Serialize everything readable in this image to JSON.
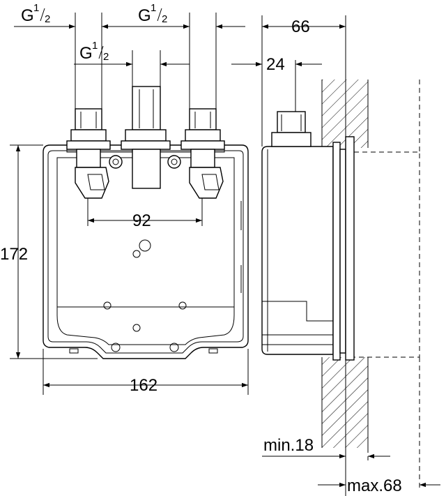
{
  "dimensions": {
    "pipe_left": {
      "main": "G",
      "num": "1",
      "den": "2"
    },
    "pipe_right": {
      "main": "G",
      "num": "1",
      "den": "2"
    },
    "pipe_middle": {
      "main": "G",
      "num": "1",
      "den": "2"
    },
    "depth_total": "66",
    "outlet_offset": "24",
    "height": "172",
    "connection_spacing": "92",
    "width": "162",
    "wall_min": "min.18",
    "wall_max": "max.68"
  }
}
